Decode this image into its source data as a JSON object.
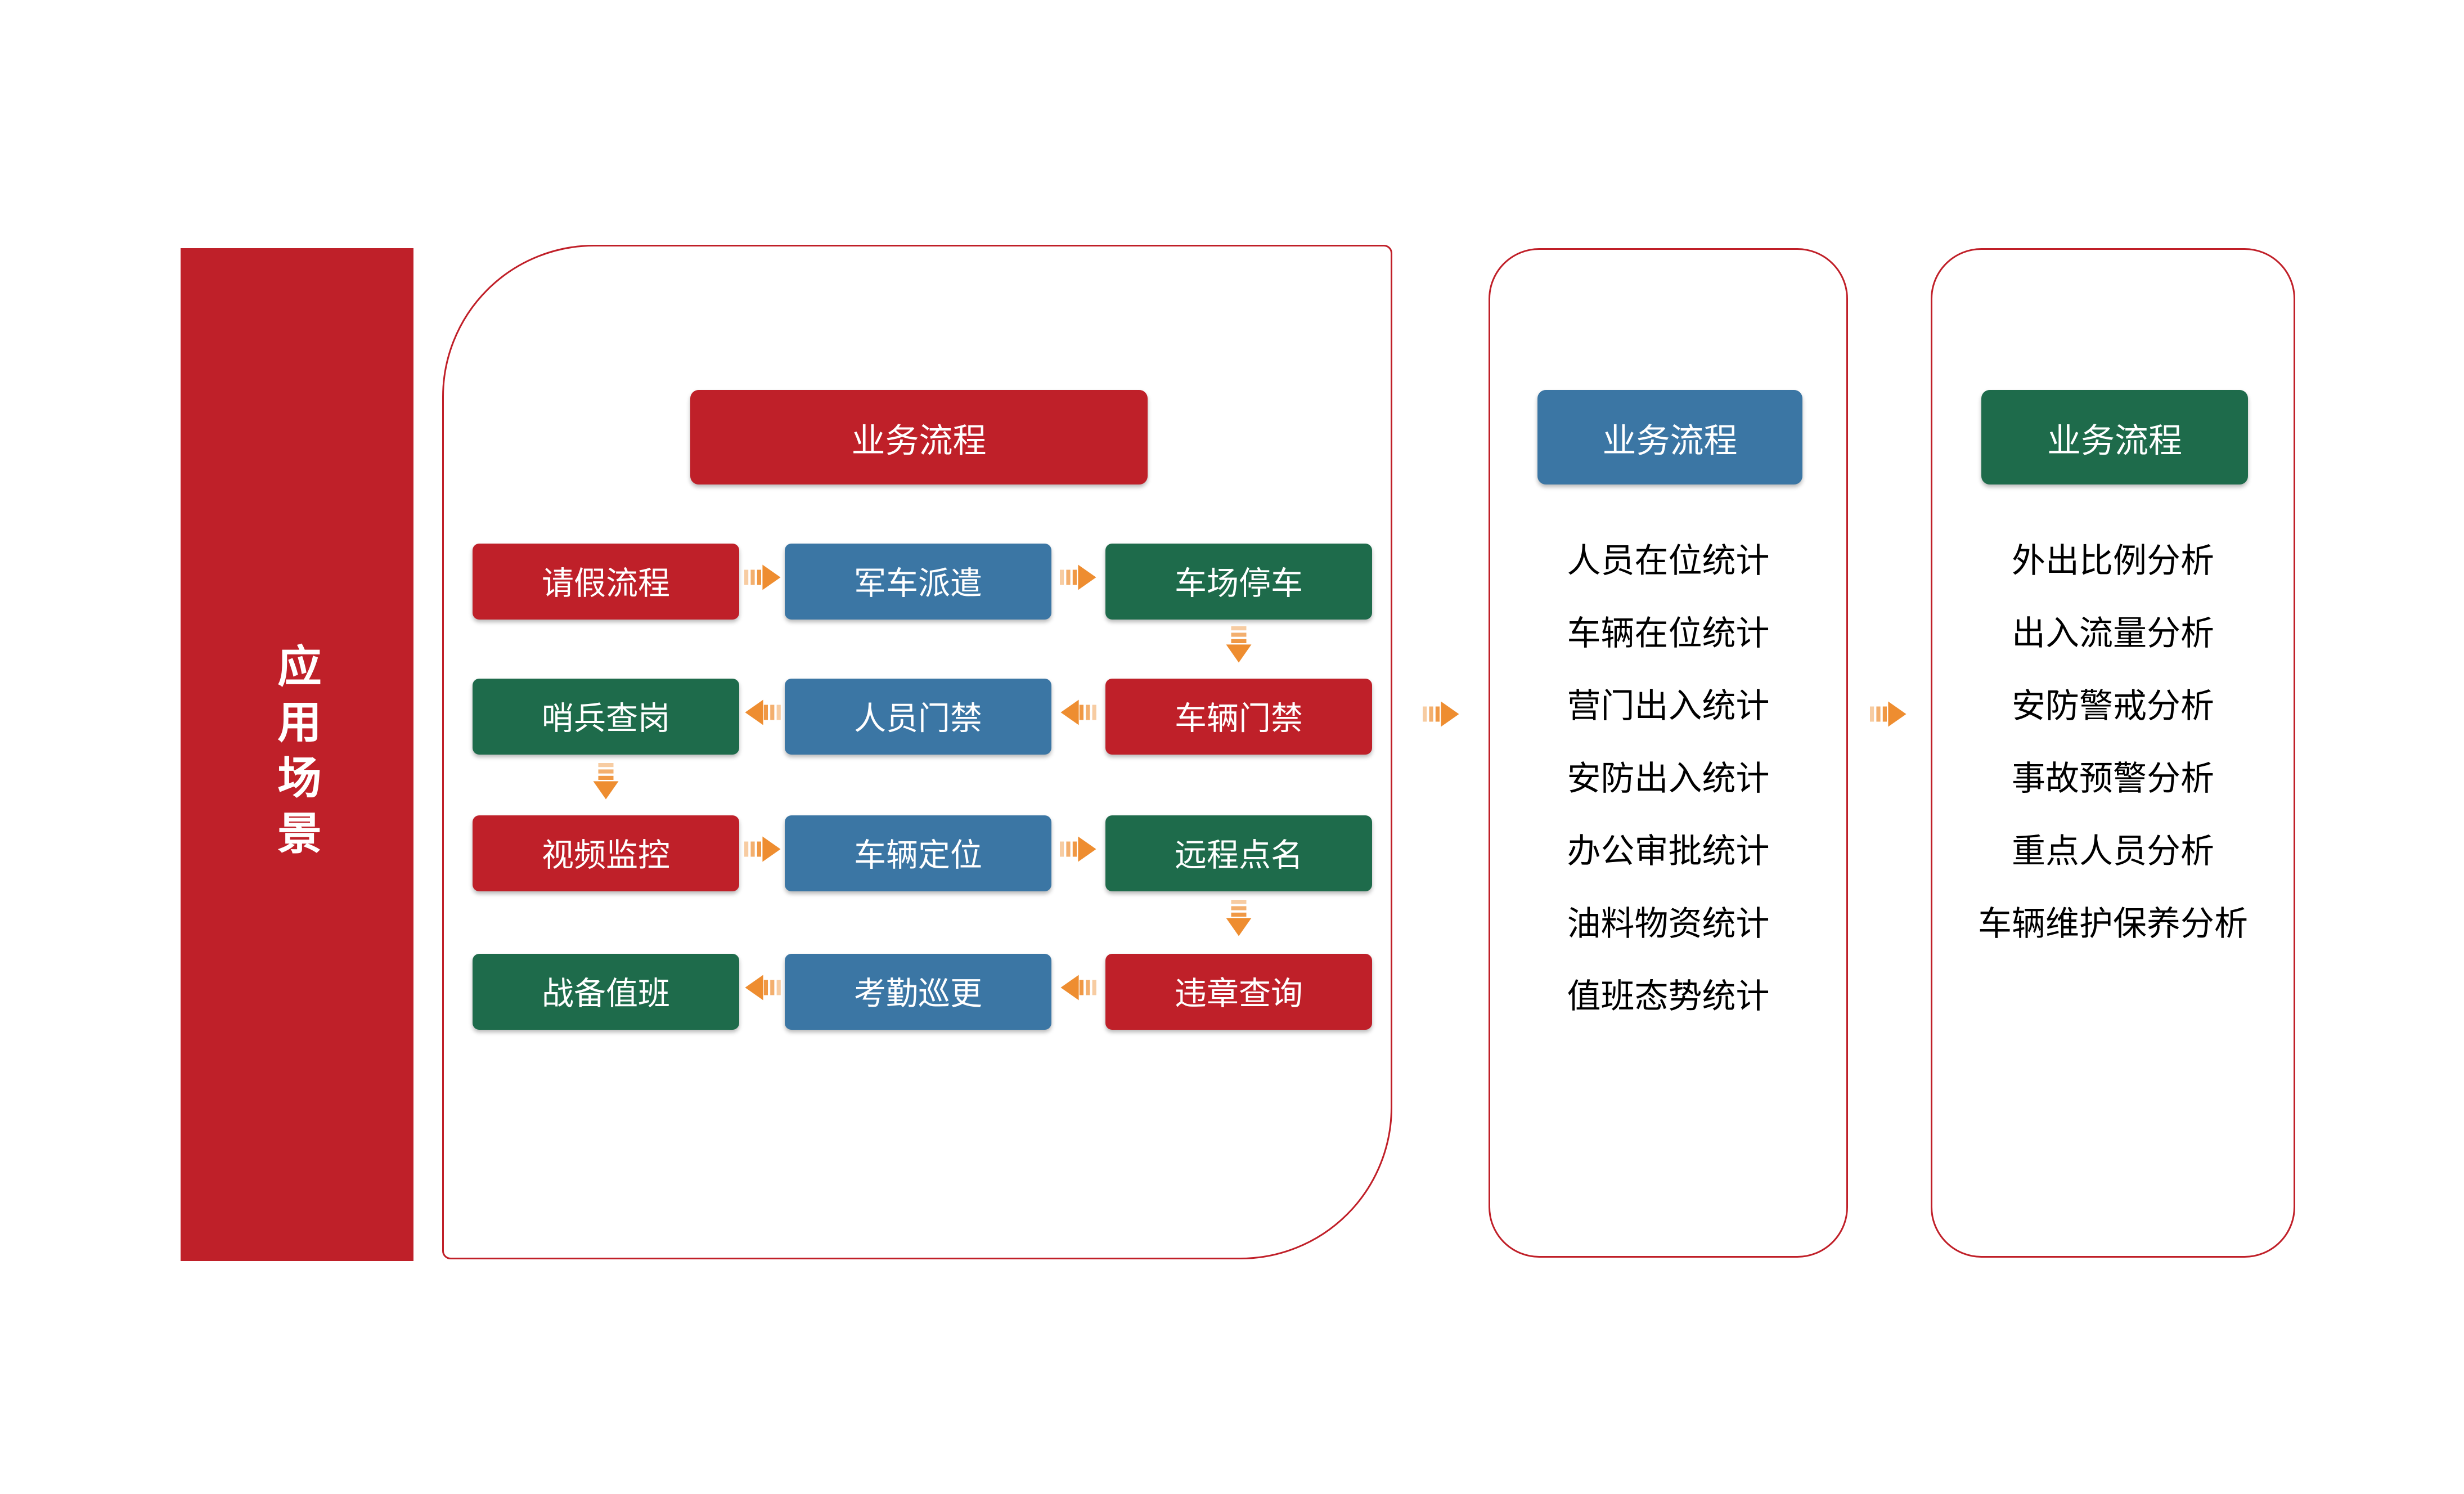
{
  "colors": {
    "red": "#bf2029",
    "blue": "#3b76a4",
    "green": "#1e6b4b",
    "orange": "#ee8d30",
    "panel_border": "#c01f28",
    "list_text": "#000000"
  },
  "sidebar": {
    "title": "应用场景"
  },
  "panel1": {
    "header": {
      "label": "业务流程",
      "color": "red"
    },
    "rows": [
      {
        "arrow_dir": "right",
        "boxes": [
          {
            "label": "请假流程",
            "color": "red"
          },
          {
            "label": "军车派遣",
            "color": "blue"
          },
          {
            "label": "车场停车",
            "color": "green"
          }
        ]
      },
      {
        "arrow_dir": "left",
        "boxes": [
          {
            "label": "哨兵查岗",
            "color": "green"
          },
          {
            "label": "人员门禁",
            "color": "blue"
          },
          {
            "label": "车辆门禁",
            "color": "red"
          }
        ]
      },
      {
        "arrow_dir": "right",
        "boxes": [
          {
            "label": "视频监控",
            "color": "red"
          },
          {
            "label": "车辆定位",
            "color": "blue"
          },
          {
            "label": "远程点名",
            "color": "green"
          }
        ]
      },
      {
        "arrow_dir": "left",
        "boxes": [
          {
            "label": "战备值班",
            "color": "green"
          },
          {
            "label": "考勤巡更",
            "color": "blue"
          },
          {
            "label": "违章查询",
            "color": "red"
          }
        ]
      }
    ],
    "down_arrows": [
      {
        "after_row": 1,
        "col": 3
      },
      {
        "after_row": 2,
        "col": 1
      },
      {
        "after_row": 3,
        "col": 3
      }
    ]
  },
  "panel2": {
    "header": {
      "label": "业务流程",
      "color": "blue"
    },
    "items": [
      "人员在位统计",
      "车辆在位统计",
      "营门出入统计",
      "安防出入统计",
      "办公审批统计",
      "油料物资统计",
      "值班态势统计"
    ]
  },
  "panel3": {
    "header": {
      "label": "业务流程",
      "color": "green"
    },
    "items": [
      "外出比例分析",
      "出入流量分析",
      "安防警戒分析",
      "事故预警分析",
      "重点人员分析",
      "车辆维护保养分析"
    ]
  },
  "connectors": {
    "panel1_to_panel2": "right",
    "panel2_to_panel3": "right"
  }
}
